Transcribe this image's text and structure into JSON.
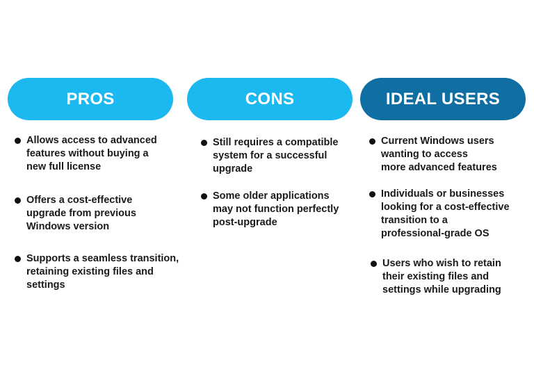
{
  "columns": {
    "pros": {
      "title": "PROS",
      "items": [
        "Allows access to advanced\nfeatures without buying a\nnew full license",
        "Offers a cost-effective\nupgrade from previous\nWindows version",
        "Supports a seamless transition,\nretaining existing files and\nsettings"
      ]
    },
    "cons": {
      "title": "CONS",
      "items": [
        "Still requires a compatible\nsystem for a successful\nupgrade",
        "Some older applications\nmay not function perfectly\npost-upgrade"
      ]
    },
    "ideal": {
      "title": "IDEAL USERS",
      "items": [
        "Current Windows users\nwanting to access\nmore advanced features",
        "Individuals or businesses\nlooking for a cost-effective\ntransition to a\nprofessional-grade OS",
        "Users who wish to retain\ntheir existing files and\nsettings while upgrading"
      ]
    }
  },
  "colors": {
    "pill_light": "#1cb8f0",
    "pill_dark": "#0f6fa2",
    "text": "#1a1a1a"
  }
}
